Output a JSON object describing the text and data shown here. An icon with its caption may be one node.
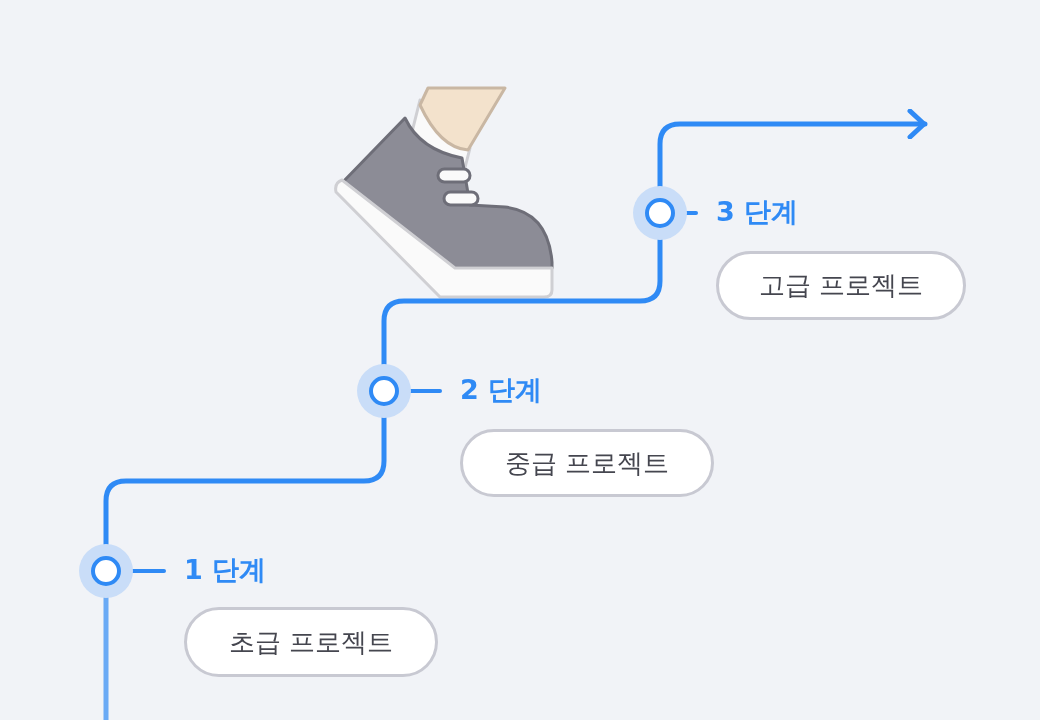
{
  "diagram": {
    "nodes": [
      {
        "text": [],
        "shape": "circle"
      },
      {
        "text": [
          "1 단계"
        ]
      },
      {
        "text": [
          "초급 프로젝트"
        ]
      },
      {
        "text": [],
        "shape": "circle"
      },
      {
        "text": [
          "2 단계"
        ]
      },
      {
        "text": [
          "중급 프로젝트"
        ]
      },
      {
        "text": [],
        "shape": "circle"
      },
      {
        "text": [
          "3 단계"
        ]
      },
      {
        "text": [
          "고급 프로젝트"
        ]
      }
    ],
    "edges": [
      {
        "from": null,
        "to": 0,
        "arrow": "none",
        "color": "#6aaaf5"
      },
      {
        "from": 0,
        "to": 3,
        "arrow": "none"
      },
      {
        "from": 3,
        "to": 6,
        "arrow": "none"
      },
      {
        "from": 6,
        "to": null,
        "arrow": "to"
      },
      {
        "from": 0,
        "to": 1,
        "arrow": "none"
      },
      {
        "from": 3,
        "to": 4,
        "arrow": "none"
      },
      {
        "from": 6,
        "to": 7,
        "arrow": "none"
      }
    ]
  }
}
